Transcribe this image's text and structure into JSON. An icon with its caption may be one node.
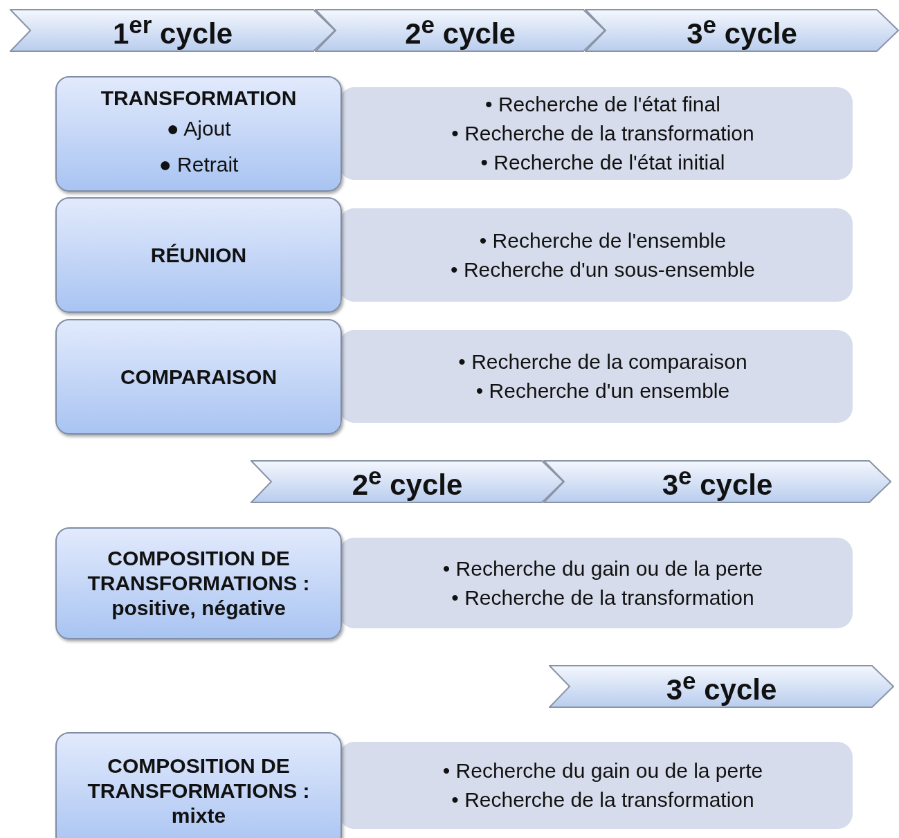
{
  "diagram": {
    "nodes": [
      {
        "text": [
          "1$^{er}$ cycle"
        ]
      },
      {
        "text": [
          "2$^{e}$ cycle"
        ]
      },
      {
        "text": [
          "3$^{e}$ cycle"
        ]
      },
      {
        "text": [
          "TRANSFORMATION",
          "● Ajout",
          "● Retrait"
        ]
      },
      {
        "text": [
          "• Recherche de l'état final",
          "• Recherche de la transformation",
          "• Recherche de l'état initial"
        ]
      },
      {
        "text": [
          "RÉUNION"
        ]
      },
      {
        "text": [
          "• Recherche de l'ensemble",
          "• Recherche d'un sous-ensemble"
        ]
      },
      {
        "text": [
          "COMPARAISON"
        ]
      },
      {
        "text": [
          "• Recherche de la comparaison",
          "• Recherche d'un ensemble"
        ]
      },
      {
        "text": [
          "2$^{e}$ cycle"
        ]
      },
      {
        "text": [
          "3$^{e}$ cycle"
        ]
      },
      {
        "text": [
          "COMPOSITION DE TRANSFORMATIONS : positive, négative"
        ]
      },
      {
        "text": [
          "• Recherche du gain ou de la perte",
          "• Recherche de la transformation"
        ]
      },
      {
        "text": [
          "3$^{e}$ cycle"
        ]
      },
      {
        "text": [
          "COMPOSITION DE TRANSFORMATIONS : mixte"
        ]
      },
      {
        "text": [
          "• Recherche du gain ou de la perte",
          "• Recherche de la transformation"
        ]
      }
    ],
    "edges": []
  }
}
